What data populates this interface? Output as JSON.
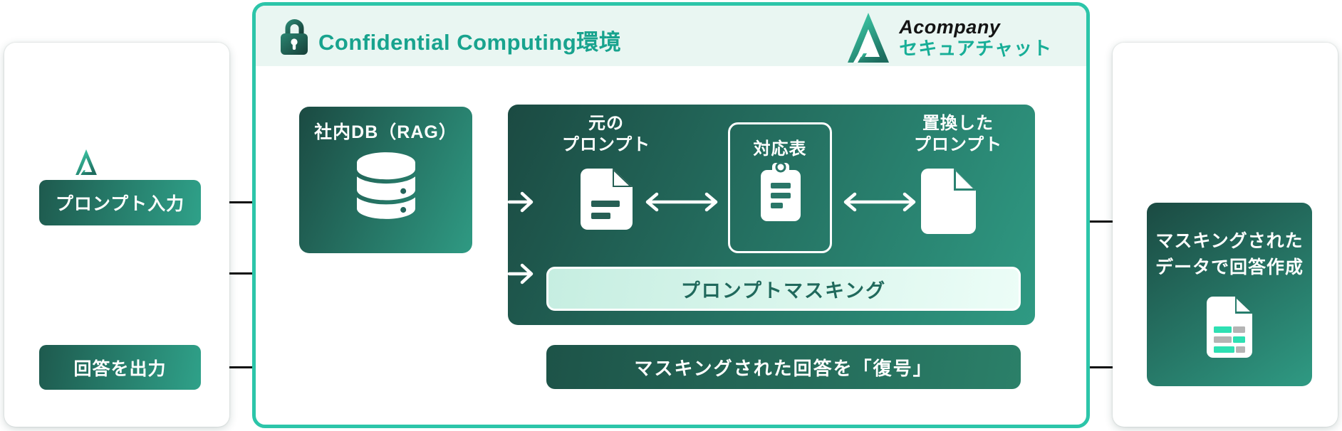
{
  "colors": {
    "accent_teal": "#2cc5a9",
    "dark_teal": "#1b4a42",
    "mid_teal": "#2f9a83",
    "header_mint": "#e9f6f2",
    "title_teal": "#18a38e",
    "brand_teal": "#17ae97",
    "mask_bar_bg": "#d8f4ea",
    "mask_bar_text": "#20695c",
    "doc_line_teal": "#2ee0b3",
    "doc_line_gray": "#b4b4b4"
  },
  "left_panel": {
    "logo": "acompany-triangle",
    "buttons": [
      {
        "label": "プロンプト入力"
      },
      {
        "label": "回答を出力"
      }
    ]
  },
  "center_panel": {
    "header": {
      "title": "Confidential Computing環境",
      "lock_icon": "lock-icon",
      "brand_name": "Acompany",
      "brand_product": "セキュアチャット"
    },
    "db_box": {
      "label": "社内DB（RAG）",
      "icon": "database-icon"
    },
    "flow_box": {
      "original_prompt": {
        "line1": "元の",
        "line2": "プロンプト",
        "icon": "document-lines-icon"
      },
      "mapping_table": {
        "label": "対応表",
        "icon": "clipboard-icon"
      },
      "replaced_prompt": {
        "line1": "置換した",
        "line2": "プロンプト",
        "icon": "document-blank-icon"
      },
      "masking_bar": {
        "label": "プロンプトマスキング"
      }
    },
    "decrypt_bar": {
      "label": "マスキングされた回答を「復号」"
    }
  },
  "right_panel": {
    "answer_box": {
      "line1": "マスキングされた",
      "line2": "データで回答作成",
      "icon": "document-masked-lines-icon"
    }
  }
}
